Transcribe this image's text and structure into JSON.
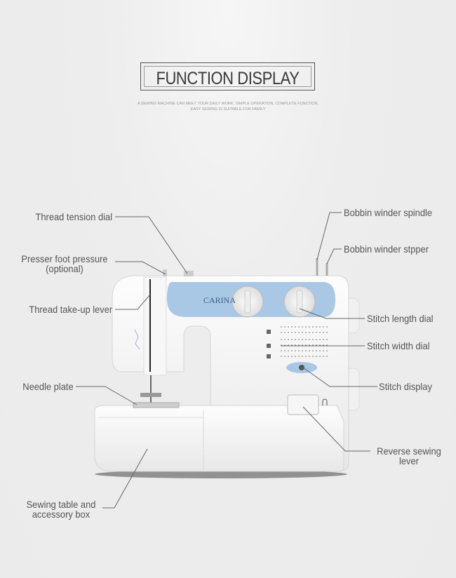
{
  "header": {
    "title": "FUNCTION DISPLAY",
    "subtitle_line1": "A SEWING MACHINE CAN MEET YOUR DAILY WORK, SIMPLE OPERATION, COMPLETE FUNCTION,",
    "subtitle_line2": "EASY SEWING IS SUITABLE FOR FAMILY"
  },
  "machine": {
    "brand": "CARINA",
    "panel_color": "#a9c8e6"
  },
  "labels": {
    "thread_tension_dial": "Thread tension dial",
    "presser_foot_pressure": "Presser foot pressure",
    "presser_foot_optional": "(optional)",
    "thread_take_up_lever": "Thread take-up lever",
    "needle_plate": "Needle plate",
    "sewing_table_line1": "Sewing table and",
    "sewing_table_line2": "accessory box",
    "bobbin_winder_spindle": "Bobbin winder spindle",
    "bobbin_winder_stopper": "Bobbin winder stpper",
    "stitch_length_dial": "Stitch length dial",
    "stitch_width_dial": "Stitch width dial",
    "stitch_display": "Stitch display",
    "reverse_line1": "Reverse sewing",
    "reverse_line2": "lever"
  }
}
